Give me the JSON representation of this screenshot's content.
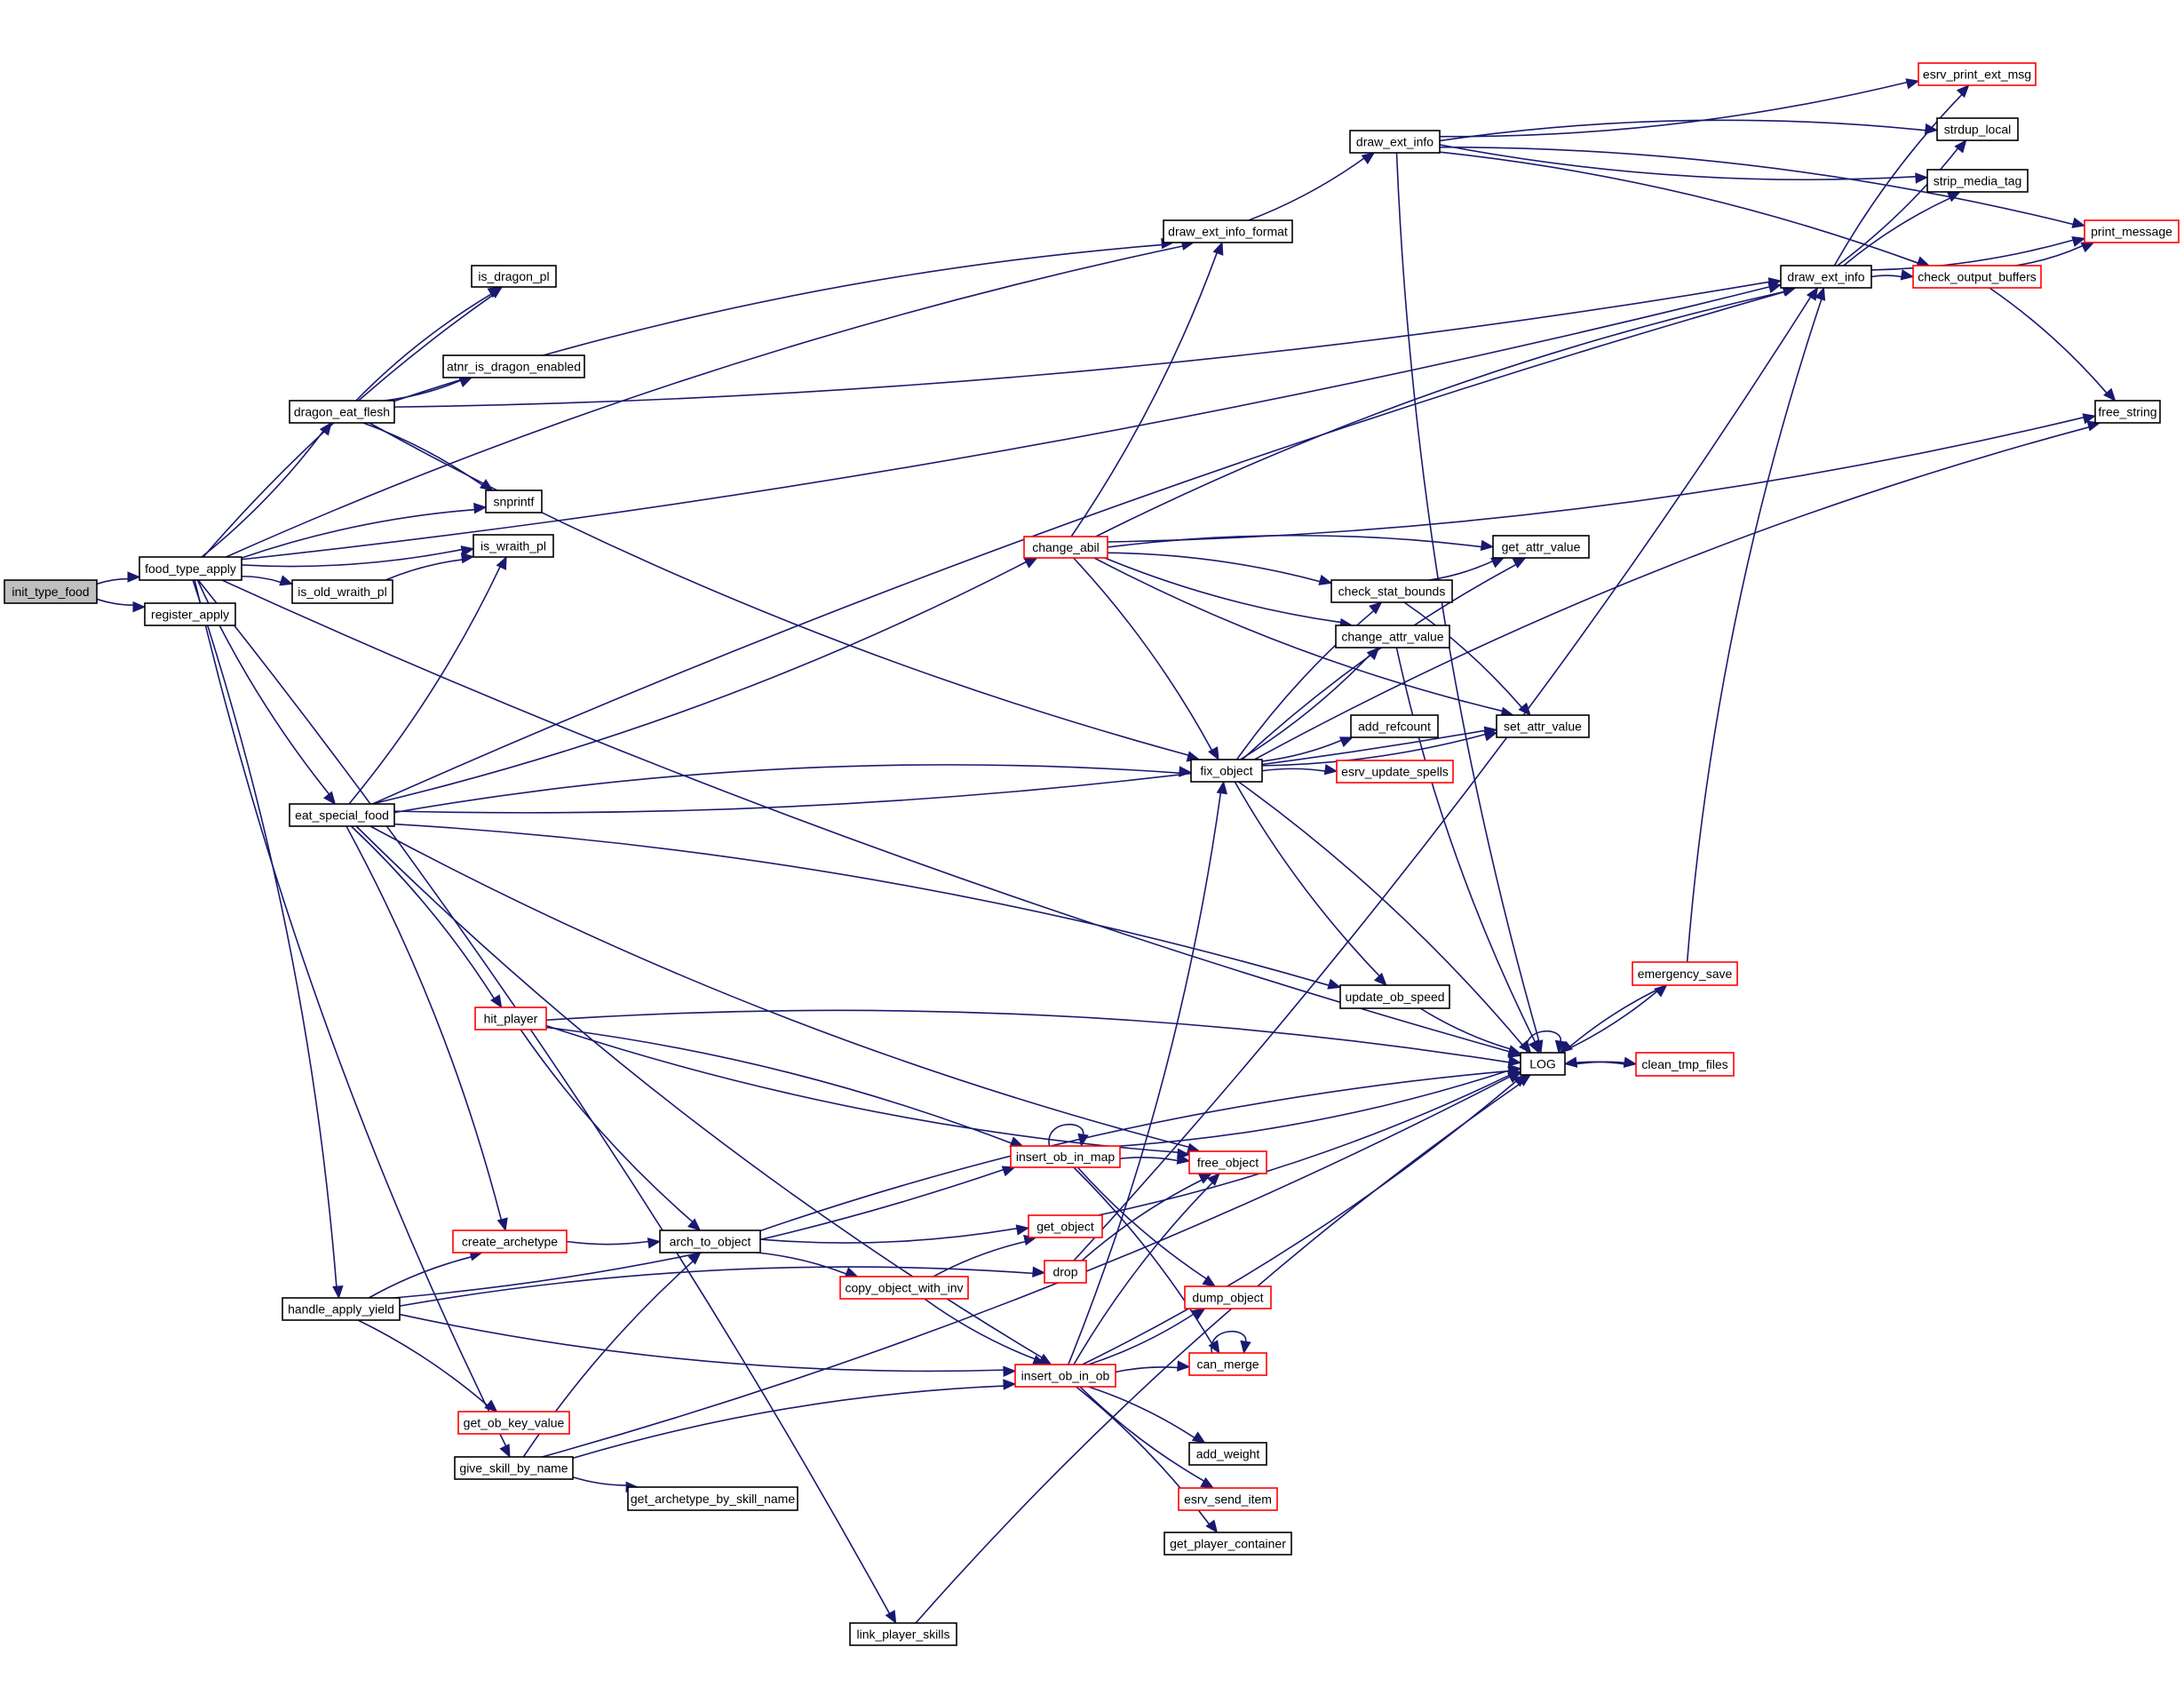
{
  "graph": {
    "type": "call-graph",
    "colors": {
      "edge": "#191970",
      "normal_border": "#000000",
      "truncated_border": "#ff0000",
      "root_fill": "#bfbfbf"
    },
    "nodes": [
      {
        "id": "init_type_food",
        "label": "init_type_food",
        "style": "root"
      },
      {
        "id": "food_type_apply",
        "label": "food_type_apply",
        "style": "normal"
      },
      {
        "id": "register_apply",
        "label": "register_apply",
        "style": "normal"
      },
      {
        "id": "is_dragon_pl",
        "label": "is_dragon_pl",
        "style": "normal"
      },
      {
        "id": "atnr_is_dragon_enabled",
        "label": "atnr_is_dragon_enabled",
        "style": "normal"
      },
      {
        "id": "dragon_eat_flesh",
        "label": "dragon_eat_flesh",
        "style": "normal"
      },
      {
        "id": "snprintf",
        "label": "snprintf",
        "style": "normal"
      },
      {
        "id": "is_wraith_pl",
        "label": "is_wraith_pl",
        "style": "normal"
      },
      {
        "id": "is_old_wraith_pl",
        "label": "is_old_wraith_pl",
        "style": "normal"
      },
      {
        "id": "eat_special_food",
        "label": "eat_special_food",
        "style": "normal"
      },
      {
        "id": "draw_ext_info_format",
        "label": "draw_ext_info_format",
        "style": "normal"
      },
      {
        "id": "draw_ext_info_1",
        "label": "draw_ext_info",
        "style": "normal"
      },
      {
        "id": "draw_ext_info_2",
        "label": "draw_ext_info",
        "style": "normal"
      },
      {
        "id": "esrv_print_ext_msg",
        "label": "esrv_print_ext_msg",
        "style": "red"
      },
      {
        "id": "strdup_local",
        "label": "strdup_local",
        "style": "normal"
      },
      {
        "id": "strip_media_tag",
        "label": "strip_media_tag",
        "style": "normal"
      },
      {
        "id": "print_message",
        "label": "print_message",
        "style": "red"
      },
      {
        "id": "check_output_buffers",
        "label": "check_output_buffers",
        "style": "red"
      },
      {
        "id": "free_string",
        "label": "free_string",
        "style": "normal"
      },
      {
        "id": "change_abil",
        "label": "change_abil",
        "style": "red"
      },
      {
        "id": "get_attr_value",
        "label": "get_attr_value",
        "style": "normal"
      },
      {
        "id": "check_stat_bounds",
        "label": "check_stat_bounds",
        "style": "normal"
      },
      {
        "id": "change_attr_value",
        "label": "change_attr_value",
        "style": "normal"
      },
      {
        "id": "add_refcount",
        "label": "add_refcount",
        "style": "normal"
      },
      {
        "id": "set_attr_value",
        "label": "set_attr_value",
        "style": "normal"
      },
      {
        "id": "fix_object",
        "label": "fix_object",
        "style": "normal"
      },
      {
        "id": "esrv_update_spells",
        "label": "esrv_update_spells",
        "style": "red"
      },
      {
        "id": "update_ob_speed",
        "label": "update_ob_speed",
        "style": "normal"
      },
      {
        "id": "LOG",
        "label": "LOG",
        "style": "normal"
      },
      {
        "id": "emergency_save",
        "label": "emergency_save",
        "style": "red"
      },
      {
        "id": "clean_tmp_files",
        "label": "clean_tmp_files",
        "style": "red"
      },
      {
        "id": "hit_player",
        "label": "hit_player",
        "style": "red"
      },
      {
        "id": "insert_ob_in_map",
        "label": "insert_ob_in_map",
        "style": "red"
      },
      {
        "id": "free_object",
        "label": "free_object",
        "style": "red"
      },
      {
        "id": "get_object",
        "label": "get_object",
        "style": "red"
      },
      {
        "id": "drop",
        "label": "drop",
        "style": "red"
      },
      {
        "id": "copy_object_with_inv",
        "label": "copy_object_with_inv",
        "style": "red"
      },
      {
        "id": "dump_object",
        "label": "dump_object",
        "style": "red"
      },
      {
        "id": "can_merge",
        "label": "can_merge",
        "style": "red"
      },
      {
        "id": "insert_ob_in_ob",
        "label": "insert_ob_in_ob",
        "style": "red"
      },
      {
        "id": "create_archetype",
        "label": "create_archetype",
        "style": "red"
      },
      {
        "id": "arch_to_object",
        "label": "arch_to_object",
        "style": "normal"
      },
      {
        "id": "handle_apply_yield",
        "label": "handle_apply_yield",
        "style": "normal"
      },
      {
        "id": "get_ob_key_value",
        "label": "get_ob_key_value",
        "style": "red"
      },
      {
        "id": "give_skill_by_name",
        "label": "give_skill_by_name",
        "style": "normal"
      },
      {
        "id": "get_archetype_by_skill_name",
        "label": "get_archetype_by_skill_name",
        "style": "normal"
      },
      {
        "id": "add_weight",
        "label": "add_weight",
        "style": "normal"
      },
      {
        "id": "esrv_send_item",
        "label": "esrv_send_item",
        "style": "red"
      },
      {
        "id": "get_player_container",
        "label": "get_player_container",
        "style": "normal"
      },
      {
        "id": "link_player_skills",
        "label": "link_player_skills",
        "style": "normal"
      }
    ],
    "edges": [
      [
        "init_type_food",
        "food_type_apply"
      ],
      [
        "init_type_food",
        "register_apply"
      ],
      [
        "food_type_apply",
        "draw_ext_info_format"
      ],
      [
        "food_type_apply",
        "draw_ext_info_2"
      ],
      [
        "food_type_apply",
        "is_dragon_pl"
      ],
      [
        "food_type_apply",
        "dragon_eat_flesh"
      ],
      [
        "food_type_apply",
        "snprintf"
      ],
      [
        "food_type_apply",
        "is_wraith_pl"
      ],
      [
        "food_type_apply",
        "is_old_wraith_pl"
      ],
      [
        "food_type_apply",
        "eat_special_food"
      ],
      [
        "food_type_apply",
        "handle_apply_yield"
      ],
      [
        "food_type_apply",
        "give_skill_by_name"
      ],
      [
        "food_type_apply",
        "link_player_skills"
      ],
      [
        "food_type_apply",
        "LOG"
      ],
      [
        "dragon_eat_flesh",
        "is_dragon_pl"
      ],
      [
        "dragon_eat_flesh",
        "atnr_is_dragon_enabled"
      ],
      [
        "dragon_eat_flesh",
        "draw_ext_info_format"
      ],
      [
        "dragon_eat_flesh",
        "draw_ext_info_2"
      ],
      [
        "dragon_eat_flesh",
        "snprintf"
      ],
      [
        "dragon_eat_flesh",
        "fix_object"
      ],
      [
        "is_old_wraith_pl",
        "is_wraith_pl"
      ],
      [
        "eat_special_food",
        "is_wraith_pl"
      ],
      [
        "eat_special_food",
        "draw_ext_info_2"
      ],
      [
        "eat_special_food",
        "change_abil"
      ],
      [
        "eat_special_food",
        "fix_object"
      ],
      [
        "eat_special_food",
        "set_attr_value"
      ],
      [
        "eat_special_food",
        "update_ob_speed"
      ],
      [
        "eat_special_food",
        "free_object"
      ],
      [
        "eat_special_food",
        "hit_player"
      ],
      [
        "eat_special_food",
        "insert_ob_in_ob"
      ],
      [
        "eat_special_food",
        "create_archetype"
      ],
      [
        "draw_ext_info_format",
        "draw_ext_info_1"
      ],
      [
        "draw_ext_info_1",
        "print_message"
      ],
      [
        "draw_ext_info_1",
        "esrv_print_ext_msg"
      ],
      [
        "draw_ext_info_1",
        "strdup_local"
      ],
      [
        "draw_ext_info_1",
        "strip_media_tag"
      ],
      [
        "draw_ext_info_1",
        "check_output_buffers"
      ],
      [
        "draw_ext_info_1",
        "LOG"
      ],
      [
        "draw_ext_info_2",
        "esrv_print_ext_msg"
      ],
      [
        "draw_ext_info_2",
        "strdup_local"
      ],
      [
        "draw_ext_info_2",
        "strip_media_tag"
      ],
      [
        "draw_ext_info_2",
        "print_message"
      ],
      [
        "draw_ext_info_2",
        "check_output_buffers"
      ],
      [
        "check_output_buffers",
        "print_message"
      ],
      [
        "check_output_buffers",
        "free_string"
      ],
      [
        "change_abil",
        "draw_ext_info_format"
      ],
      [
        "change_abil",
        "draw_ext_info_2"
      ],
      [
        "change_abil",
        "free_string"
      ],
      [
        "change_abil",
        "get_attr_value"
      ],
      [
        "change_abil",
        "set_attr_value"
      ],
      [
        "change_abil",
        "check_stat_bounds"
      ],
      [
        "change_abil",
        "change_attr_value"
      ],
      [
        "change_abil",
        "fix_object"
      ],
      [
        "check_stat_bounds",
        "get_attr_value"
      ],
      [
        "check_stat_bounds",
        "set_attr_value"
      ],
      [
        "change_attr_value",
        "LOG"
      ],
      [
        "fix_object",
        "check_stat_bounds"
      ],
      [
        "fix_object",
        "change_attr_value"
      ],
      [
        "fix_object",
        "get_attr_value"
      ],
      [
        "fix_object",
        "add_refcount"
      ],
      [
        "fix_object",
        "esrv_update_spells"
      ],
      [
        "fix_object",
        "set_attr_value"
      ],
      [
        "fix_object",
        "free_string"
      ],
      [
        "fix_object",
        "update_ob_speed"
      ],
      [
        "fix_object",
        "LOG"
      ],
      [
        "update_ob_speed",
        "LOG"
      ],
      [
        "LOG",
        "LOG"
      ],
      [
        "LOG",
        "emergency_save"
      ],
      [
        "LOG",
        "clean_tmp_files"
      ],
      [
        "emergency_save",
        "LOG"
      ],
      [
        "emergency_save",
        "draw_ext_info_2"
      ],
      [
        "clean_tmp_files",
        "LOG"
      ],
      [
        "hit_player",
        "LOG"
      ],
      [
        "hit_player",
        "free_object"
      ],
      [
        "hit_player",
        "insert_ob_in_map"
      ],
      [
        "hit_player",
        "arch_to_object"
      ],
      [
        "insert_ob_in_map",
        "insert_ob_in_map"
      ],
      [
        "insert_ob_in_map",
        "LOG"
      ],
      [
        "insert_ob_in_map",
        "free_object"
      ],
      [
        "insert_ob_in_map",
        "dump_object"
      ],
      [
        "insert_ob_in_map",
        "can_merge"
      ],
      [
        "create_archetype",
        "arch_to_object"
      ],
      [
        "arch_to_object",
        "LOG"
      ],
      [
        "arch_to_object",
        "get_object"
      ],
      [
        "arch_to_object",
        "copy_object_with_inv"
      ],
      [
        "get_object",
        "LOG"
      ],
      [
        "copy_object_with_inv",
        "get_object"
      ],
      [
        "copy_object_with_inv",
        "insert_ob_in_ob"
      ],
      [
        "drop",
        "free_object"
      ],
      [
        "drop",
        "draw_ext_info_2"
      ],
      [
        "handle_apply_yield",
        "create_archetype"
      ],
      [
        "handle_apply_yield",
        "insert_ob_in_map"
      ],
      [
        "handle_apply_yield",
        "drop"
      ],
      [
        "handle_apply_yield",
        "insert_ob_in_ob"
      ],
      [
        "handle_apply_yield",
        "get_ob_key_value"
      ],
      [
        "insert_ob_in_ob",
        "fix_object"
      ],
      [
        "insert_ob_in_ob",
        "free_object"
      ],
      [
        "insert_ob_in_ob",
        "dump_object"
      ],
      [
        "insert_ob_in_ob",
        "can_merge"
      ],
      [
        "insert_ob_in_ob",
        "LOG"
      ],
      [
        "insert_ob_in_ob",
        "add_weight"
      ],
      [
        "insert_ob_in_ob",
        "esrv_send_item"
      ],
      [
        "insert_ob_in_ob",
        "get_player_container"
      ],
      [
        "can_merge",
        "can_merge"
      ],
      [
        "give_skill_by_name",
        "arch_to_object"
      ],
      [
        "give_skill_by_name",
        "get_archetype_by_skill_name"
      ],
      [
        "give_skill_by_name",
        "insert_ob_in_ob"
      ],
      [
        "give_skill_by_name",
        "LOG"
      ],
      [
        "link_player_skills",
        "LOG"
      ]
    ]
  }
}
